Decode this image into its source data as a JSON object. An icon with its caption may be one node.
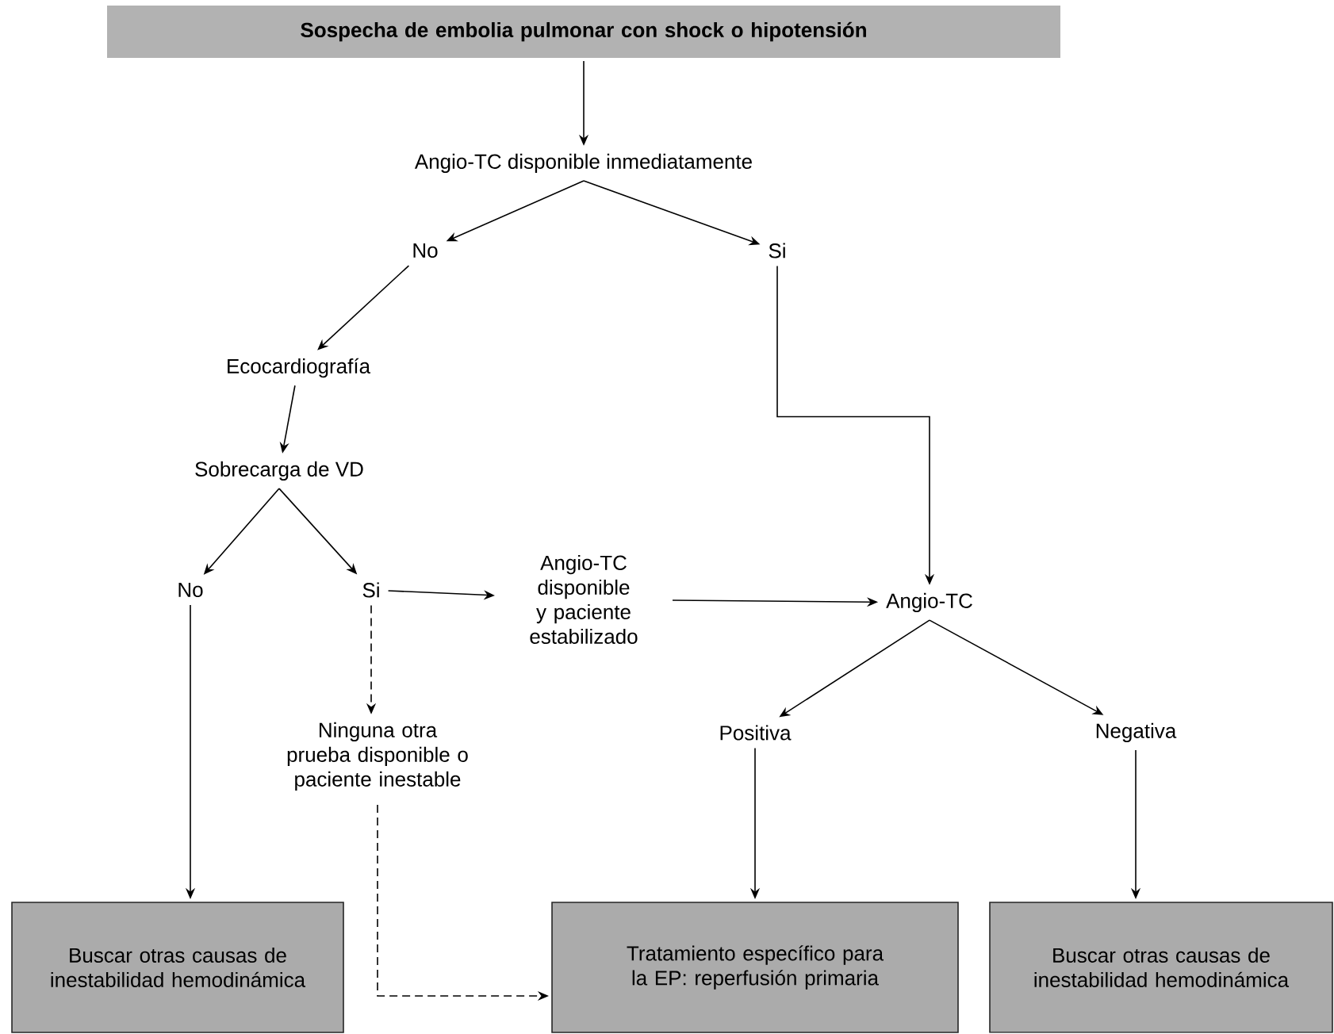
{
  "diagram": {
    "nodes": [
      {
        "text": [
          "Sospecha de embolia pulmonar con shock o hipotensión"
        ]
      },
      {
        "text": [
          "Angio-TC disponible inmediatamente"
        ]
      },
      {
        "text": [
          "No"
        ]
      },
      {
        "text": [
          "Si"
        ]
      },
      {
        "text": [
          "Ecocardiografía"
        ]
      },
      {
        "text": [
          "Sobrecarga de VD"
        ]
      },
      {
        "text": [
          "No"
        ]
      },
      {
        "text": [
          "Si"
        ]
      },
      {
        "text": [
          "Angio-TC disponible y paciente estabilizado"
        ]
      },
      {
        "text": [
          "Angio-TC"
        ]
      },
      {
        "text": [
          "Ninguna otra prueba disponible o paciente inestable"
        ]
      },
      {
        "text": [
          "Positiva"
        ]
      },
      {
        "text": [
          "Negativa"
        ]
      },
      {
        "text": [
          "Buscar otras causas de inestabilidad hemodinámica"
        ]
      },
      {
        "text": [
          "Tratamiento específico para la EP: reperfusión primaria"
        ]
      },
      {
        "text": [
          "Buscar otras causas de inestabilidad hemodinámica"
        ]
      }
    ],
    "edges": [
      {
        "from": 0,
        "to": 1,
        "arrow": "to"
      },
      {
        "from": 1,
        "to": 2,
        "arrow": "to"
      },
      {
        "from": 1,
        "to": 3,
        "arrow": "to"
      },
      {
        "from": 2,
        "to": 4,
        "arrow": "to"
      },
      {
        "from": 3,
        "to": 9,
        "arrow": "to"
      },
      {
        "from": 4,
        "to": 5,
        "arrow": "to"
      },
      {
        "from": 5,
        "to": 6,
        "arrow": "to"
      },
      {
        "from": 5,
        "to": 7,
        "arrow": "to"
      },
      {
        "from": 6,
        "to": 13,
        "arrow": "to"
      },
      {
        "from": 7,
        "to": 8,
        "arrow": "to"
      },
      {
        "from": 7,
        "to": 10,
        "arrow": "to",
        "style": "dashed"
      },
      {
        "from": 8,
        "to": 9,
        "arrow": "to"
      },
      {
        "from": 9,
        "to": 11,
        "arrow": "to"
      },
      {
        "from": 9,
        "to": 12,
        "arrow": "to"
      },
      {
        "from": 10,
        "to": 14,
        "arrow": "to",
        "style": "dashed"
      },
      {
        "from": 11,
        "to": 14,
        "arrow": "to"
      },
      {
        "from": 12,
        "to": 15,
        "arrow": "to"
      }
    ]
  }
}
